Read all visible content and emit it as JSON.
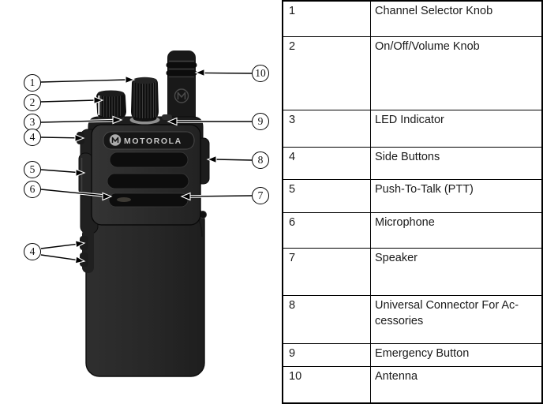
{
  "figure": {
    "brand": "MOTOROLA",
    "description": "Portable two-way radio front view with numbered callouts"
  },
  "callouts": [
    "1",
    "2",
    "3",
    "4",
    "5",
    "6",
    "4",
    "10",
    "9",
    "8",
    "7"
  ],
  "table": {
    "rows": [
      {
        "num": "1",
        "label": "Channel Selector Knob"
      },
      {
        "num": "2",
        "label": "On/Off/Volume Knob"
      },
      {
        "num": "3",
        "label": "LED Indicator"
      },
      {
        "num": "4",
        "label": "Side Buttons"
      },
      {
        "num": "5",
        "label": "Push-To-Talk (PTT)"
      },
      {
        "num": "6",
        "label": "Microphone"
      },
      {
        "num": "7",
        "label": "Speaker"
      },
      {
        "num": "8",
        "label": "Universal Connector For Ac-cessories"
      },
      {
        "num": "9",
        "label": "Emergency Button"
      },
      {
        "num": "10",
        "label": "Antenna"
      }
    ]
  },
  "colors": {
    "body": "#282828",
    "accent_border": "#000000",
    "background": "#ffffff"
  }
}
